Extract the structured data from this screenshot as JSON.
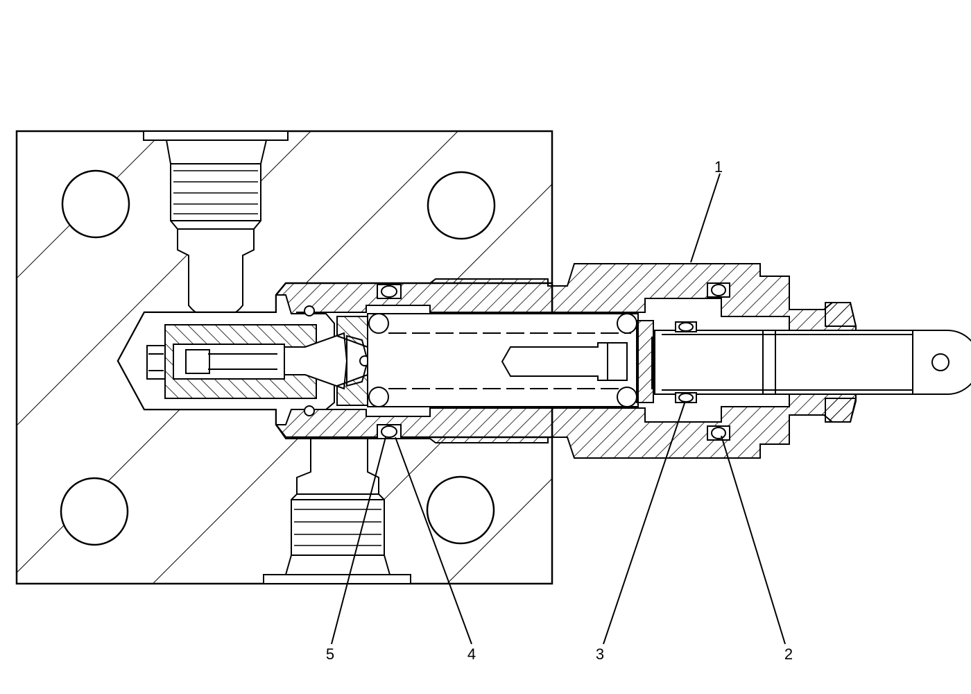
{
  "diagram": {
    "callouts": [
      {
        "id": "1",
        "label": "1"
      },
      {
        "id": "2",
        "label": "2"
      },
      {
        "id": "3",
        "label": "3"
      },
      {
        "id": "4",
        "label": "4"
      },
      {
        "id": "5",
        "label": "5"
      }
    ]
  },
  "colors": {
    "ink": "#000000",
    "paper": "#ffffff"
  }
}
